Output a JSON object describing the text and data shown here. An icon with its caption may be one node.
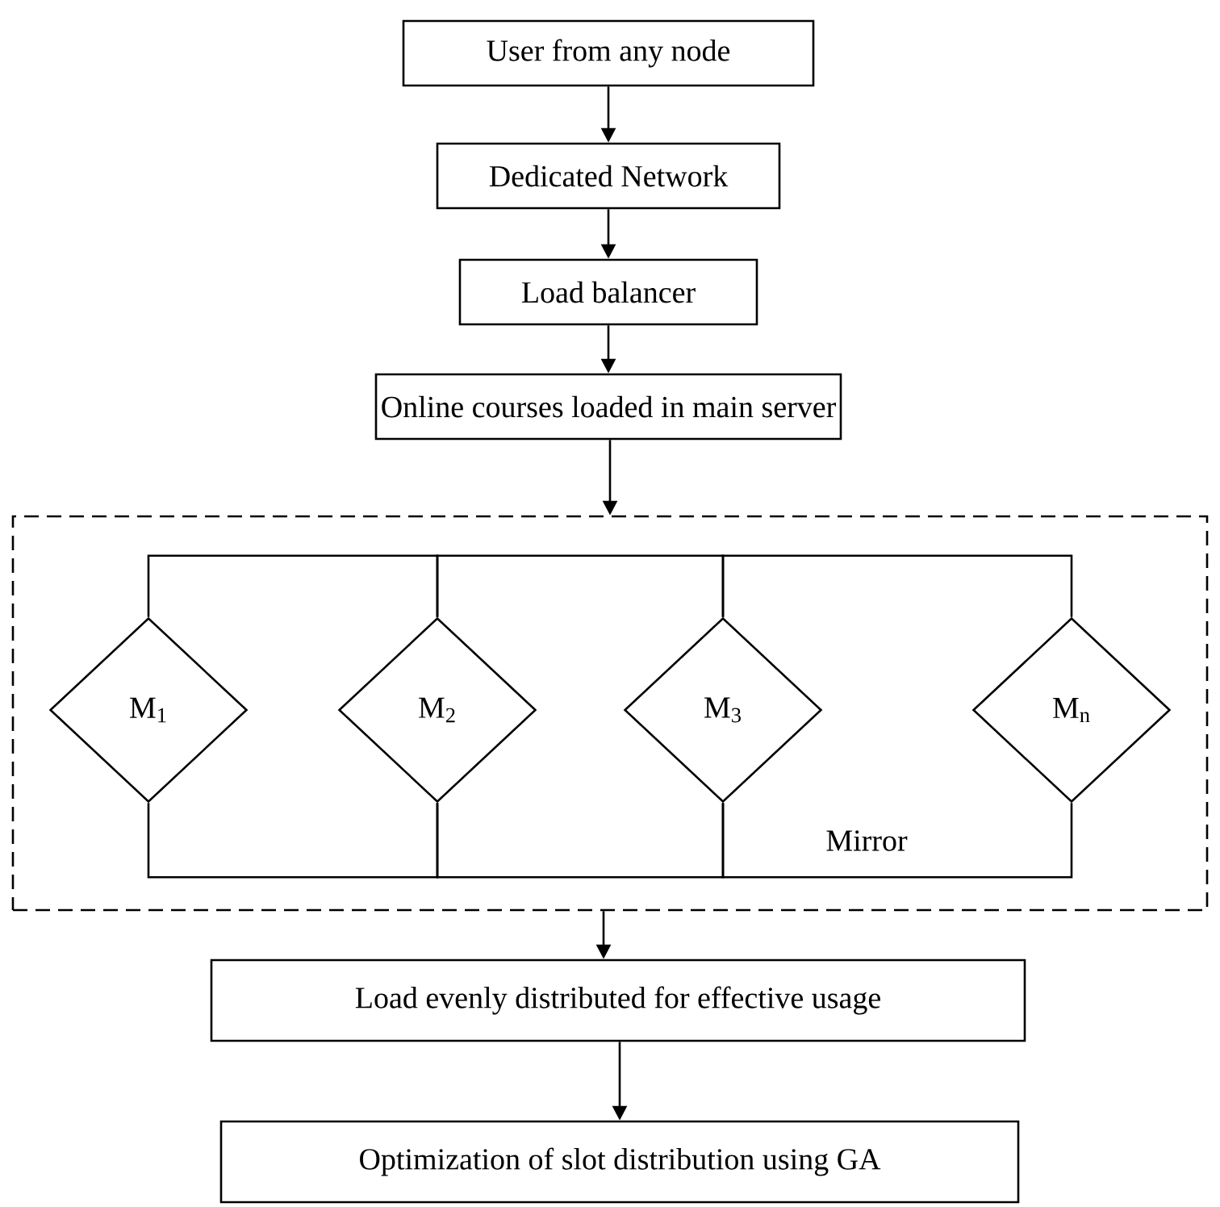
{
  "diagram": {
    "nodes": [
      {
        "text": [
          "User from any node"
        ]
      },
      {
        "text": [
          "Dedicated Network"
        ]
      },
      {
        "text": [
          "Load balancer"
        ]
      },
      {
        "text": [
          "Online courses loaded in main server"
        ]
      },
      {
        "text": [
          "Mirror"
        ]
      },
      {
        "text": [
          "M$_{1}$"
        ],
        "in": 4
      },
      {
        "text": [
          "M$_{2}$"
        ],
        "in": 4
      },
      {
        "text": [
          "M$_{3}$"
        ],
        "in": 4
      },
      {
        "text": [
          "M$_{n}$"
        ],
        "in": 4
      },
      {
        "text": [
          "Load evenly distributed for effective usage"
        ]
      },
      {
        "text": [
          "Optimization of slot distribution using GA"
        ]
      }
    ],
    "edges": [
      {
        "from": 0,
        "to": 1,
        "arrow": "to"
      },
      {
        "from": 1,
        "to": 2,
        "arrow": "to"
      },
      {
        "from": 2,
        "to": 3,
        "arrow": "to"
      },
      {
        "from": 3,
        "to": 4,
        "arrow": "to"
      },
      {
        "from": 5,
        "to": 6,
        "arrow": "none"
      },
      {
        "from": 6,
        "to": 7,
        "arrow": "none"
      },
      {
        "from": 7,
        "to": 8,
        "arrow": "none"
      },
      {
        "from": 5,
        "to": 6,
        "arrow": "none"
      },
      {
        "from": 6,
        "to": 7,
        "arrow": "none"
      },
      {
        "from": 7,
        "to": 8,
        "arrow": "none"
      },
      {
        "from": 4,
        "to": 9,
        "arrow": "to"
      },
      {
        "from": 9,
        "to": 10,
        "arrow": "to"
      }
    ]
  }
}
